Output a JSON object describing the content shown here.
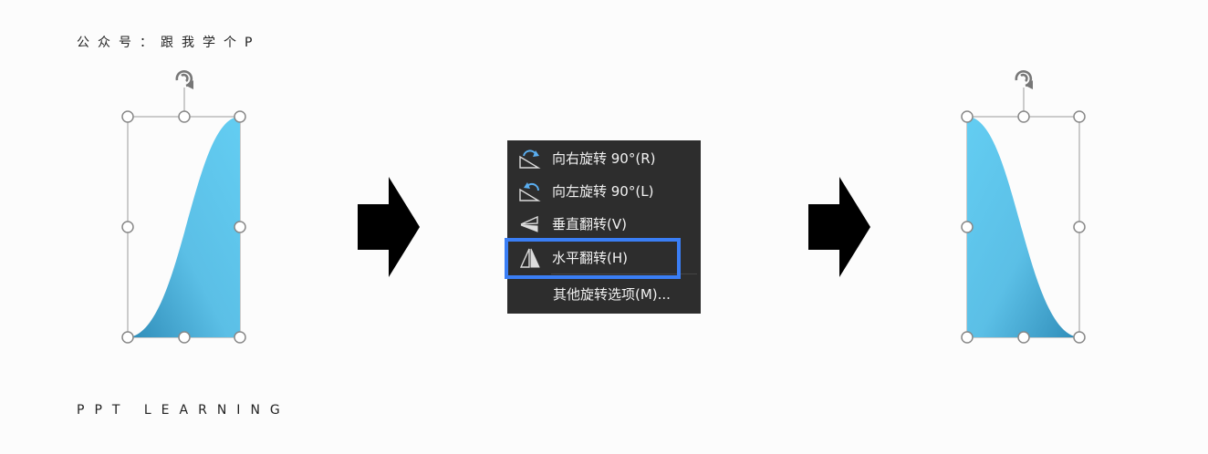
{
  "captions": {
    "top": "公众号：跟我学个P",
    "bottom": "PPT LEARNING"
  },
  "colors": {
    "shape_light": "#63cdf2",
    "shape_dark": "#2f8cb8",
    "menu_bg": "#2d2d2d",
    "menu_text": "#f2f2f2",
    "highlight": "#3a7ef5",
    "handle_stroke": "#888888"
  },
  "icons": {
    "rotate_handle": "rotate-handle-icon",
    "arrow": "right-arrow-icon"
  },
  "menu": {
    "items": [
      {
        "label": "向右旋转 90°(R)",
        "mnemonic": "R",
        "icon": "rotate-right-icon"
      },
      {
        "label": "向左旋转 90°(L)",
        "mnemonic": "L",
        "icon": "rotate-left-icon"
      },
      {
        "label": "垂直翻转(V)",
        "mnemonic": "V",
        "icon": "flip-vertical-icon"
      },
      {
        "label": "水平翻转(H)",
        "mnemonic": "H",
        "icon": "flip-horizontal-icon",
        "highlighted": true
      },
      {
        "label": "其他旋转选项(M)...",
        "mnemonic": "M",
        "icon": ""
      }
    ]
  }
}
